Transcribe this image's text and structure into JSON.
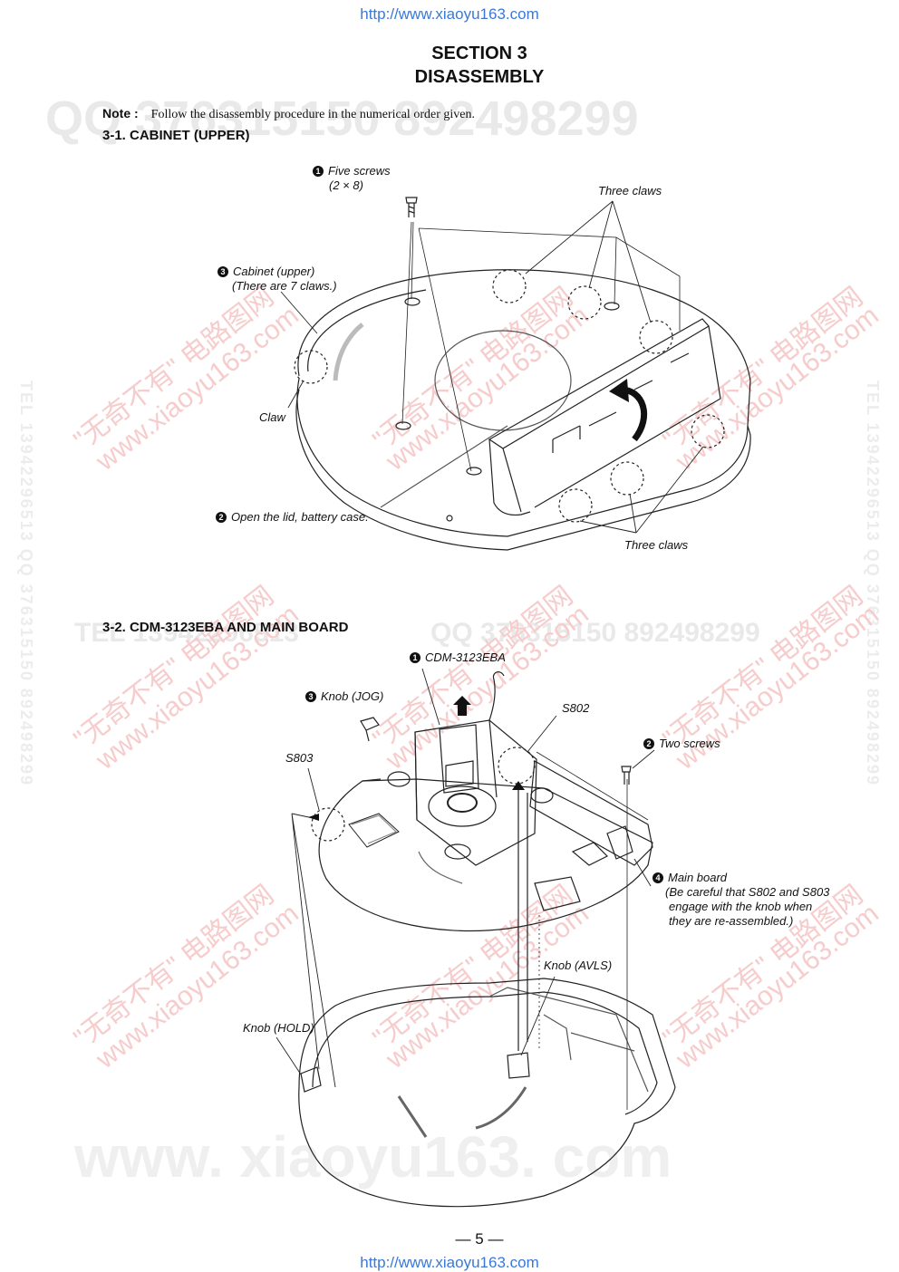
{
  "header_url": "http://www.xiaoyu163.com",
  "footer_url": "http://www.xiaoyu163.com",
  "section": {
    "line1": "SECTION 3",
    "line2": "DISASSEMBLY"
  },
  "note": {
    "label": "Note :",
    "text": "Follow the disassembly procedure in the numerical order given."
  },
  "fig1": {
    "heading": "3-1. CABINET (UPPER)",
    "callouts": {
      "screws_num": "1",
      "screws": "Five screws",
      "screws_size": "(2 × 8)",
      "three_claws_top": "Three claws",
      "cabinet_num": "3",
      "cabinet": "Cabinet (upper)",
      "cabinet_note": "(There are 7 claws.)",
      "claw": "Claw",
      "lid_num": "2",
      "lid": "Open the lid, battery case.",
      "three_claws_bottom": "Three claws"
    }
  },
  "fig2": {
    "heading": "3-2. CDM-3123EBA AND MAIN BOARD",
    "callouts": {
      "cdm_num": "1",
      "cdm": "CDM-3123EBA",
      "knob_jog_num": "3",
      "knob_jog": "Knob (JOG)",
      "s802": "S802",
      "two_screws_num": "2",
      "two_screws": "Two screws",
      "s803": "S803",
      "main_board_num": "4",
      "main_board": "Main board",
      "main_note_1": "(Be careful that S802 and S803",
      "main_note_2": "engage with the knob when",
      "main_note_3": "they are re-assembled.)",
      "knob_avls": "Knob (AVLS)",
      "knob_hold": "Knob (HOLD)"
    }
  },
  "page_number": "— 5 —",
  "watermarks": {
    "big_top": "QQ 376315150 892498299",
    "mid": "QQ 376315150 892498299",
    "tel_mid": "TEL 13942296513",
    "bottom": "www. xiaoyu163. com",
    "diag": "\"无奇不有\" 电路图网",
    "diag_url": "www.xiaoyu163.com",
    "side": "TEL 13942296513 QQ 376315150 892498299"
  }
}
